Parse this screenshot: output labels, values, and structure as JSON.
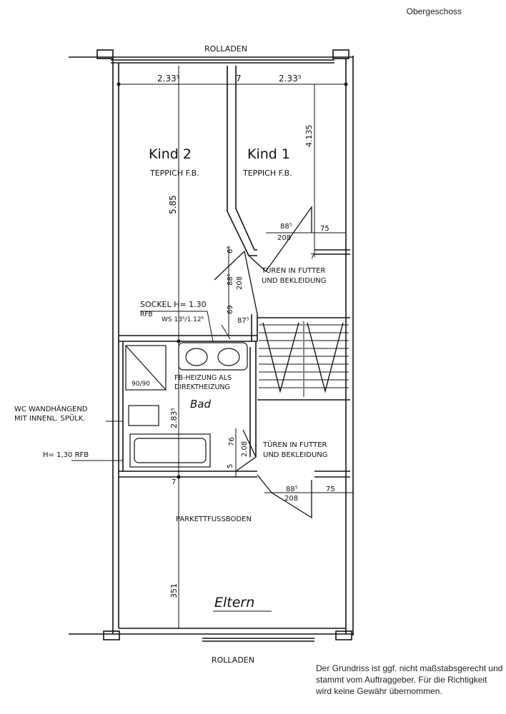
{
  "header": {
    "title": "Obergeschoss"
  },
  "rooms": {
    "kind2": {
      "name": "Kind 2",
      "floor": "TEPPICH F.B."
    },
    "kind1": {
      "name": "Kind 1",
      "floor": "TEPPICH F.B."
    },
    "bad": {
      "name": "Bad"
    },
    "eltern": {
      "name": "Eltern",
      "floor": "PARKETTFUSSBODEN"
    }
  },
  "labels": {
    "rolladen_top": "ROLLADEN",
    "rolladen_bottom": "ROLLADEN",
    "doors_upper_1": "TÜREN IN FUTTER",
    "doors_upper_2": "UND BEKLEIDUNG",
    "doors_lower_1": "TÜREN IN FUTTER",
    "doors_lower_2": "UND BEKLEIDUNG",
    "sockel": "SOCKEL H= 1.30",
    "rfb": "RFB",
    "ws": "WS 13⁵/1.12⁵",
    "heating_1": "FB-HEIZUNG ALS",
    "heating_2": "DIREKTHEIZUNG",
    "wc_1": "WC WANDHÄNGEND",
    "wc_2": "MIT INNENL. SPÜLK.",
    "h130rfb": "H= 1,30 RFB",
    "shower": "90/90"
  },
  "dimensions": {
    "width_left": "2.33⁵",
    "width_mid": "7",
    "width_right": "2.33⁵",
    "kind1_depth": "4.135",
    "kind2_depth": "5.85",
    "door_upper_width": "88⁵",
    "door_upper_height": "208",
    "wall_upper": "75",
    "wall_upper_7": "7",
    "corridor_6": "6⁵",
    "corridor_88": "88⁵",
    "corridor_208": "208",
    "dim_69": "69",
    "dim_87": "87⁵",
    "bad_depth": "2.83⁵",
    "bad_76": "76",
    "bad_208": "2.08",
    "bad_5": "5",
    "wall_7_lower": "7",
    "door_lower_width": "88⁵",
    "door_lower_height": "208",
    "wall_lower": "75",
    "eltern_depth": "351"
  },
  "disclaimer": {
    "line1": "Der Grundriss ist ggf. nicht maßstabsgerecht und",
    "line2": "stammt vom Auftraggeber. Für die Richtigkeit",
    "line3": "wird keine Gewähr übernommen."
  }
}
